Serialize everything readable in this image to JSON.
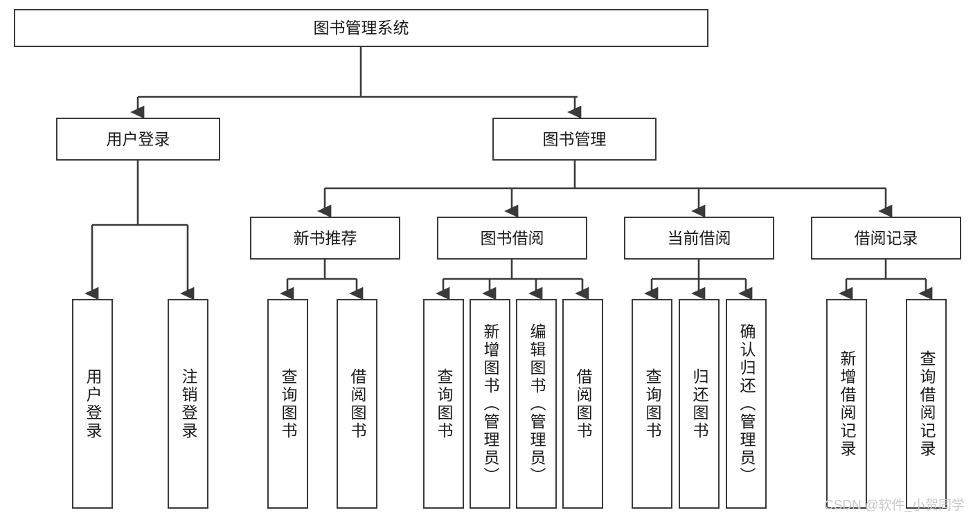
{
  "diagram": {
    "title": "图书管理系统",
    "type": "tree-hierarchy",
    "stroke_color": "#3a3a3a",
    "text_color": "#1a1a1a",
    "background": "#ffffff",
    "root": {
      "label": "图书管理系统"
    },
    "level1": [
      {
        "label": "用户登录"
      },
      {
        "label": "图书管理"
      }
    ],
    "level2": [
      {
        "label": "新书推荐"
      },
      {
        "label": "图书借阅"
      },
      {
        "label": "当前借阅"
      },
      {
        "label": "借阅记录"
      }
    ],
    "leaves": {
      "user_login": [
        {
          "label": "用户登录"
        },
        {
          "label": "注销登录"
        }
      ],
      "new_book_recommend": [
        {
          "label": "查询图书"
        },
        {
          "label": "借阅图书"
        }
      ],
      "book_borrow": [
        {
          "label": "查询图书"
        },
        {
          "label": "新增图书（管理员）"
        },
        {
          "label": "编辑图书（管理员）"
        },
        {
          "label": "借阅图书"
        }
      ],
      "current_borrow": [
        {
          "label": "查询图书"
        },
        {
          "label": "归还图书"
        },
        {
          "label": "确认归还（管理员）"
        }
      ],
      "borrow_record": [
        {
          "label": "新增借阅记录"
        },
        {
          "label": "查询借阅记录"
        }
      ]
    }
  },
  "watermark": {
    "text": "CSDN @软件_小贺同学"
  }
}
